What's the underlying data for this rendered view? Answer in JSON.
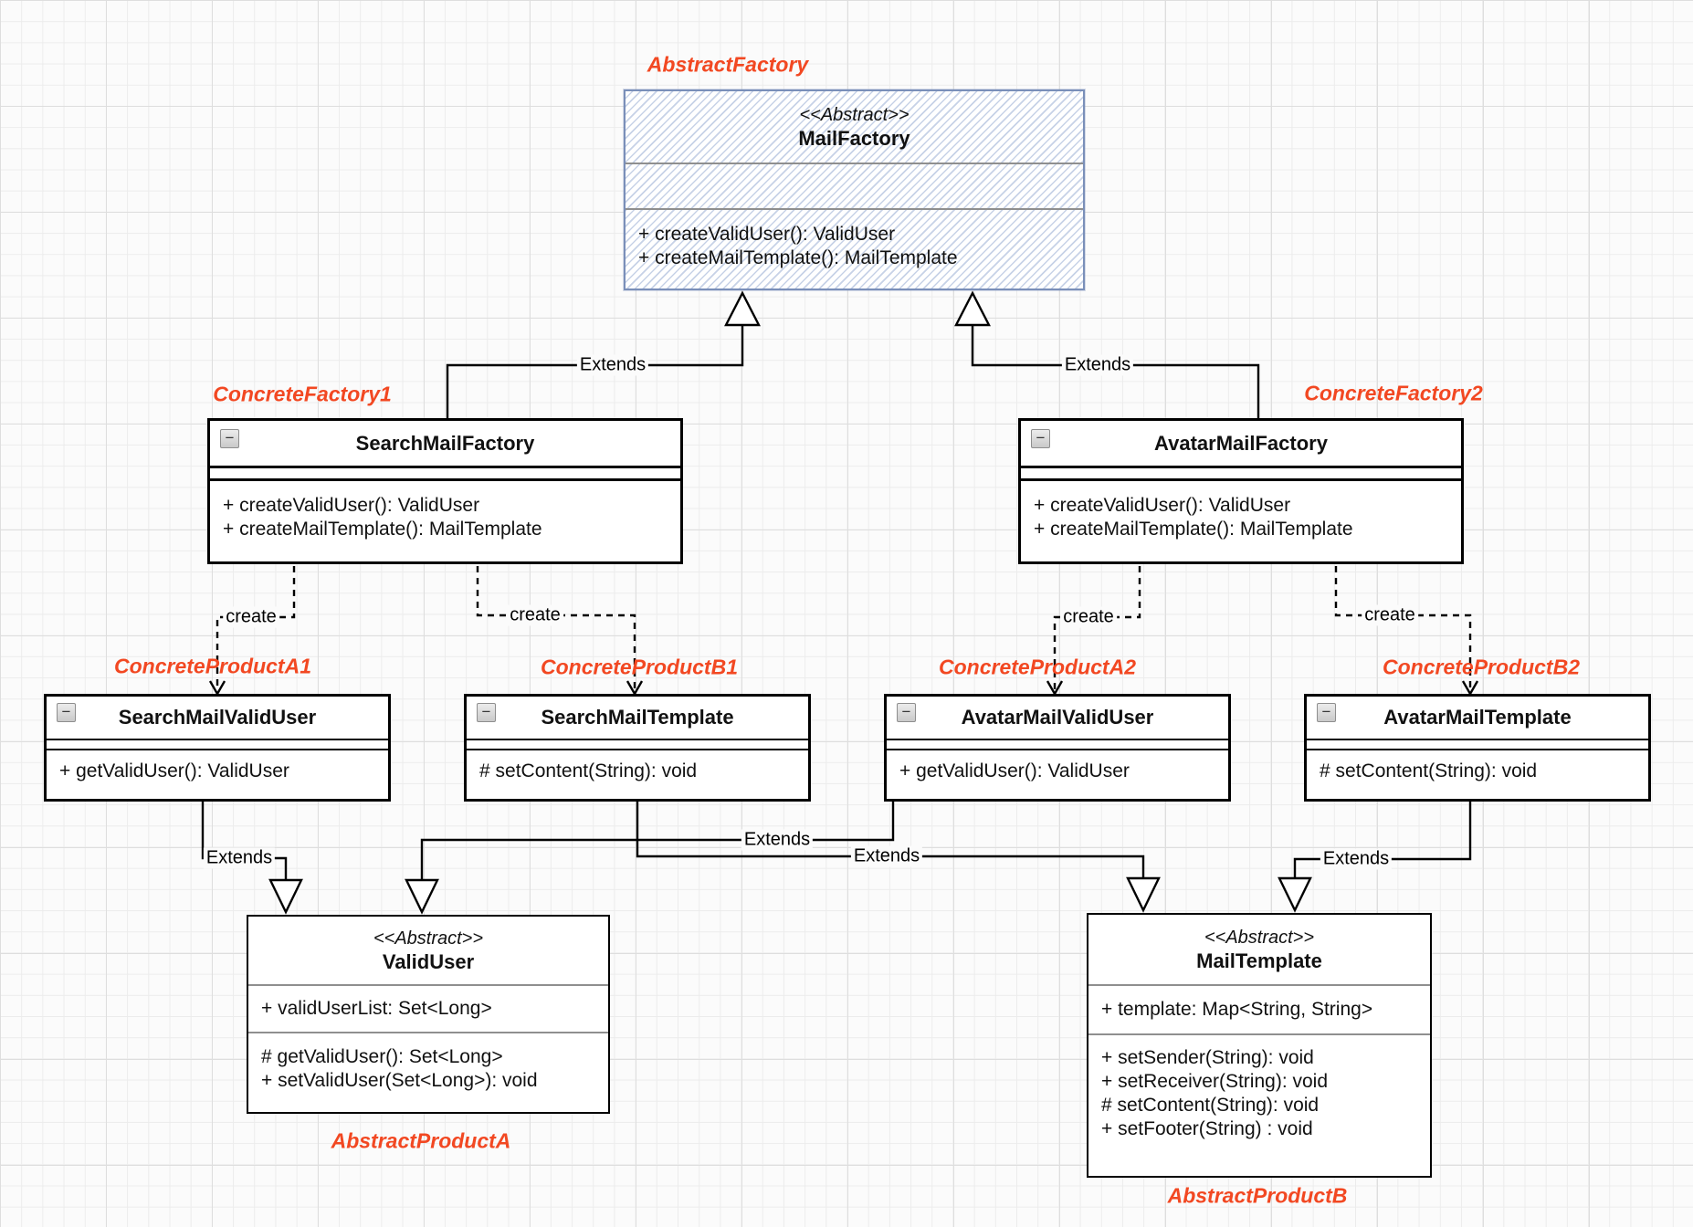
{
  "diagram": {
    "annotations": {
      "abstract_factory": "AbstractFactory",
      "concrete_factory1": "ConcreteFactory1",
      "concrete_factory2": "ConcreteFactory2",
      "concrete_product_a1": "ConcreteProductA1",
      "concrete_product_b1": "ConcreteProductB1",
      "concrete_product_a2": "ConcreteProductA2",
      "concrete_product_b2": "ConcreteProductB2",
      "abstract_product_a": "AbstractProductA",
      "abstract_product_b": "AbstractProductB"
    },
    "labels": {
      "extends": "Extends",
      "create": "create"
    },
    "icons": {
      "collapse": "−"
    },
    "colors": {
      "annotation_red": "#F24822",
      "abstract_box_border": "#7A8FB9",
      "line_black": "#000000"
    },
    "classes": {
      "mail_factory": {
        "stereotype": "<<Abstract>>",
        "name": "MailFactory",
        "methods": [
          "+ createValidUser(): ValidUser",
          "+ createMailTemplate(): MailTemplate"
        ]
      },
      "search_mail_factory": {
        "name": "SearchMailFactory",
        "methods": [
          "+ createValidUser(): ValidUser",
          "+ createMailTemplate(): MailTemplate"
        ]
      },
      "avatar_mail_factory": {
        "name": "AvatarMailFactory",
        "methods": [
          "+ createValidUser(): ValidUser",
          "+ createMailTemplate(): MailTemplate"
        ]
      },
      "search_mail_valid_user": {
        "name": "SearchMailValidUser",
        "methods": [
          "+ getValidUser(): ValidUser"
        ]
      },
      "search_mail_template": {
        "name": "SearchMailTemplate",
        "methods": [
          "# setContent(String): void"
        ]
      },
      "avatar_mail_valid_user": {
        "name": "AvatarMailValidUser",
        "methods": [
          "+ getValidUser(): ValidUser"
        ]
      },
      "avatar_mail_template": {
        "name": "AvatarMailTemplate",
        "methods": [
          "# setContent(String): void"
        ]
      },
      "valid_user": {
        "stereotype": "<<Abstract>>",
        "name": "ValidUser",
        "attributes": [
          "+ validUserList: Set<Long>"
        ],
        "methods": [
          "# getValidUser(): Set<Long>",
          "+ setValidUser(Set<Long>): void"
        ]
      },
      "mail_template": {
        "stereotype": "<<Abstract>>",
        "name": "MailTemplate",
        "attributes": [
          "+ template: Map<String, String>"
        ],
        "methods": [
          "+ setSender(String): void",
          "+ setReceiver(String): void",
          "# setContent(String): void",
          "+ setFooter(String) : void"
        ]
      }
    }
  }
}
